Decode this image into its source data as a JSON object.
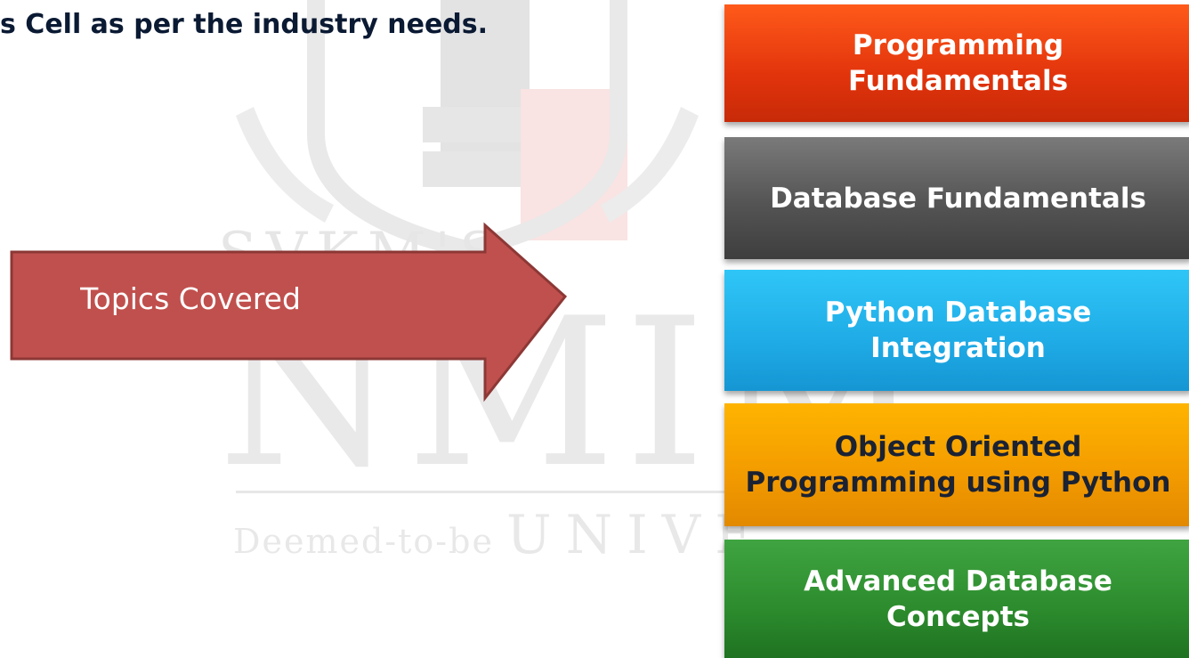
{
  "heading": {
    "text": "s Cell as per the industry needs."
  },
  "watermark": {
    "line1": "SVKM'S",
    "line2": "NMIM",
    "line3_small": "Deemed-to-be ",
    "line3_big": "UNIVE"
  },
  "arrow": {
    "label": "Topics Covered",
    "color": "#c0504d"
  },
  "topics": [
    {
      "label": "Programming\nFundamentals",
      "color": "#e2340c"
    },
    {
      "label": "Database Fundamentals",
      "color": "#545454"
    },
    {
      "label": "Python Database\nIntegration",
      "color": "#1fabe6"
    },
    {
      "label": "Object Oriented\nProgramming using Python",
      "color": "#f29a00"
    },
    {
      "label": "Advanced Database\nConcepts",
      "color": "#2c8b2d"
    }
  ]
}
